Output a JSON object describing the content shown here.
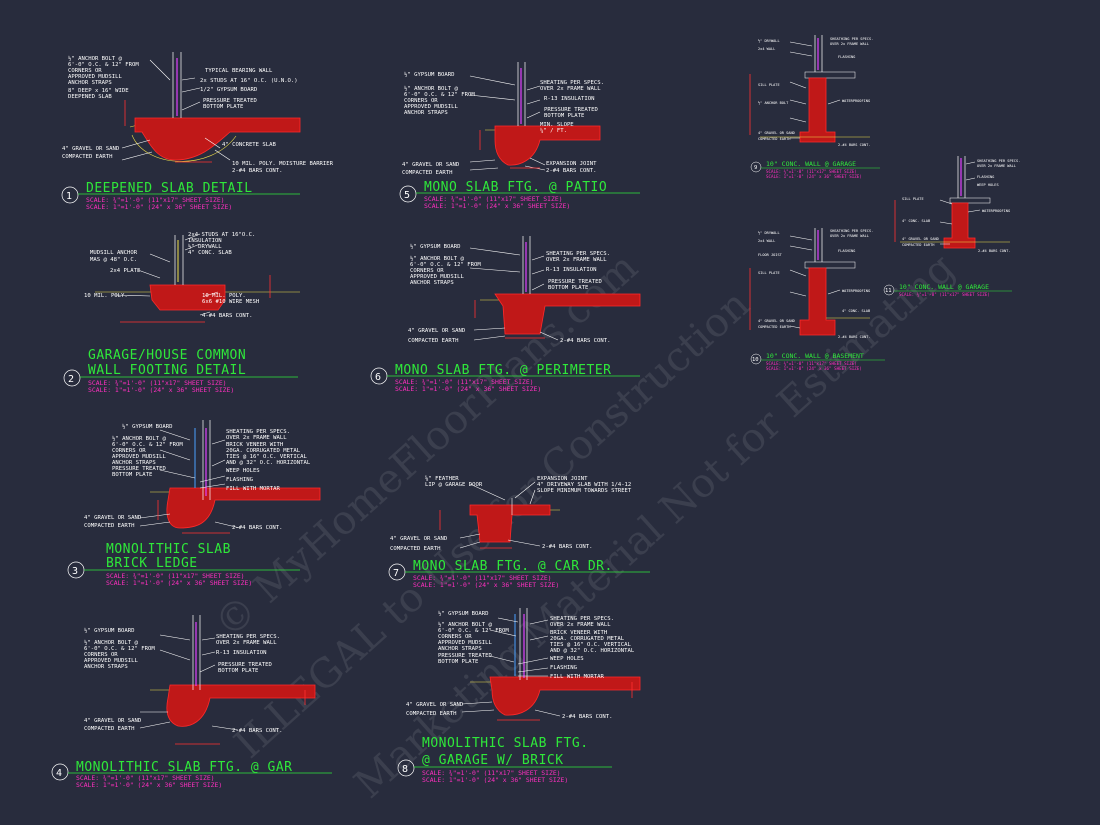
{
  "details": [
    {
      "id": "d1",
      "number": "1",
      "title_lines": [
        "DEEPENED SLAB DETAIL"
      ],
      "scale_lines": [
        "SCALE: ¾\"=1'-0\" (11\"x17\" SHEET SIZE)",
        "SCALE: 1\"=1'-0\" (24\" x 36\" SHEET SIZE)"
      ],
      "notes": [
        "TYPICAL BEARING WALL",
        "½\" ANCHOR BOLT @",
        "6'-0\" O.C. & 12\" FROM",
        "CORNERS OR",
        "APPROVED MUDSILL",
        "ANCHOR STRAPS",
        "2x STUDS AT 16\" O.C. (U.N.O.)",
        "1/2\" GYPSUM BOARD",
        "8\" DEEP x 16\" WIDE",
        "DEEPENED SLAB",
        "PRESSURE TREATED",
        "BOTTOM PLATE",
        "4\" CONCRETE SLAB",
        "4\" GRAVEL OR SAND",
        "COMPACTED EARTH",
        "10 MIL. POLY. MOISTURE BARRIER",
        "2-#4 BARS CONT."
      ]
    },
    {
      "id": "d2",
      "number": "2",
      "title_lines": [
        "GARAGE/HOUSE COMMON",
        "WALL FOOTING DETAIL"
      ],
      "scale_lines": [
        "SCALE: ¾\"=1'-0\" (11\"x17\" SHEET SIZE)",
        "SCALE: 1\"=1'-0\" (24\" x 36\" SHEET SIZE)"
      ],
      "notes": [
        "2x4 STUDS AT 16\"O.C.",
        "INSULATION",
        "½\" DRYWALL",
        "4\" CONC. SLAB",
        "MUDSILL ANCHOR",
        "MAS @ 48\" O.C.",
        "2x4 PLATE",
        "10 MIL. POLY.",
        "10 MIL. POLY.",
        "6x6 #10 WIRE MESH",
        "4-#4 BARS CONT."
      ]
    },
    {
      "id": "d3",
      "number": "3",
      "title_lines": [
        "MONOLITHIC SLAB",
        "BRICK LEDGE"
      ],
      "scale_lines": [
        "SCALE: ¾\"=1'-0\" (11\"x17\" SHEET SIZE)",
        "SCALE: 1\"=1'-0\" (24\" x 36\" SHEET SIZE)"
      ],
      "notes": [
        "½\" GYPSUM BOARD",
        "½\" ANCHOR BOLT @",
        "6'-0\" O.C. & 12\" FROM",
        "CORNERS OR",
        "APPROVED MUDSILL",
        "ANCHOR STRAPS",
        "PRESSURE TREATED",
        "BOTTOM PLATE",
        "SHEATING PER SPECS.",
        "OVER 2x FRAME WALL",
        "BRICK VENEER WITH",
        "20GA. CORRUGATED METAL",
        "TIES @ 16\" O.C. VERTICAL",
        "AND @ 32\" O.C. HORIZONTAL",
        "WEEP HOLES",
        "FLASHING",
        "FILL WITH MORTAR",
        "4\" GRAVEL OR SAND",
        "COMPACTED EARTH",
        "2-#4 BARS CONT."
      ]
    },
    {
      "id": "d4",
      "number": "4",
      "title_lines": [
        "MONOLITHIC SLAB FTG. @ GAR"
      ],
      "scale_lines": [
        "SCALE: ¾\"=1'-0\" (11\"x17\" SHEET SIZE)",
        "SCALE: 1\"=1'-0\" (24\" x 36\" SHEET SIZE)"
      ],
      "notes": [
        "½\" GYPSUM BOARD",
        "½\" ANCHOR BOLT @",
        "6'-0\" O.C. & 12\" FROM",
        "CORNERS OR",
        "APPROVED MUDSILL",
        "ANCHOR STRAPS",
        "SHEATING PER SPECS.",
        "OVER 2x FRAME WALL",
        "R-13 INSULATION",
        "PRESSURE TREATED",
        "BOTTOM PLATE",
        "4\" GRAVEL OR SAND",
        "COMPACTED EARTH",
        "2-#4 BARS CONT."
      ]
    },
    {
      "id": "d5",
      "number": "5",
      "title_lines": [
        "MONO SLAB FTG. @ PATIO"
      ],
      "scale_lines": [
        "SCALE: ¾\"=1'-0\" (11\"x17\" SHEET SIZE)",
        "SCALE: 1\"=1'-0\" (24\" x 36\" SHEET SIZE)"
      ],
      "notes": [
        "½\" GYPSUM BOARD",
        "½\" ANCHOR BOLT @",
        "6'-0\" O.C. & 12\" FROM",
        "CORNERS OR",
        "APPROVED MUDSILL",
        "ANCHOR STRAPS",
        "SHEATING PER SPECS.",
        "OVER 2x FRAME WALL",
        "R-13 INSULATION",
        "PRESSURE TREATED",
        "BOTTOM PLATE",
        "MIN. SLOPE",
        "¼\" / FT.",
        "4\" GRAVEL OR SAND",
        "COMPACTED EARTH",
        "EXPANSION JOINT",
        "2-#4 BARS CONT."
      ]
    },
    {
      "id": "d6",
      "number": "6",
      "title_lines": [
        "MONO SLAB FTG. @ PERIMETER"
      ],
      "scale_lines": [
        "SCALE: ¾\"=1'-0\" (11\"x17\" SHEET SIZE)",
        "SCALE: 1\"=1'-0\" (24\" x 36\" SHEET SIZE)"
      ],
      "notes": [
        "½\" GYPSUM BOARD",
        "½\" ANCHOR BOLT @",
        "6'-0\" O.C. & 12\" FROM",
        "CORNERS OR",
        "APPROVED MUDSILL",
        "ANCHOR STRAPS",
        "SHEATING PER SPECS.",
        "OVER 2x FRAME WALL",
        "R-13 INSULATION",
        "PRESSURE TREATED",
        "BOTTOM PLATE",
        "4\" GRAVEL OR SAND",
        "COMPACTED EARTH",
        "2-#4 BARS CONT."
      ]
    },
    {
      "id": "d7",
      "number": "7",
      "title_lines": [
        "MONO SLAB FTG. @ CAR DR."
      ],
      "scale_lines": [
        "SCALE: ¾\"=1'-0\" (11\"x17\" SHEET SIZE)",
        "SCALE: 1\"=1'-0\" (24\" x 36\" SHEET SIZE)"
      ],
      "notes": [
        "⅝\" FEATHER",
        "LIP @ GARAGE DOOR",
        "EXPANSION JOINT",
        "4\" DRIVEWAY SLAB WITH 1/4-12",
        "SLOPE MINIMUM TOWARDS STREET",
        "4\" GRAVEL OR SAND",
        "COMPACTED EARTH",
        "2-#4 BARS CONT."
      ]
    },
    {
      "id": "d8",
      "number": "8",
      "title_lines": [
        "MONOLITHIC SLAB FTG.",
        "@ GARAGE W/ BRICK"
      ],
      "scale_lines": [
        "SCALE: ¾\"=1'-0\" (11\"x17\" SHEET SIZE)",
        "SCALE: 1\"=1'-0\" (24\" x 36\" SHEET SIZE)"
      ],
      "notes": [
        "½\" GYPSUM BOARD",
        "½\" ANCHOR BOLT @",
        "6'-0\" O.C. & 12\" FROM",
        "CORNERS OR",
        "APPROVED MUDSILL",
        "ANCHOR STRAPS",
        "PRESSURE TREATED",
        "BOTTOM PLATE",
        "SHEATING PER SPECS.",
        "OVER 2x FRAME WALL",
        "BRICK VENEER WITH",
        "20GA. CORRUGATED METAL",
        "TIES @ 16\" O.C. VERTICAL",
        "AND @ 32\" O.C. HORIZONTAL",
        "WEEP HOLES",
        "FLASHING",
        "FILL WITH MORTAR",
        "4\" GRAVEL OR SAND",
        "COMPACTED EARTH",
        "2-#4 BARS CONT."
      ]
    },
    {
      "id": "d9",
      "number": "9",
      "title_lines": [
        "10\" CONC. WALL @ GARAGE"
      ],
      "scale_lines": [
        "SCALE: ¾\"=1'-0\" (11\"x17\" SHEET SIZE)",
        "SCALE: 1\"=1'-0\" (24\" x 36\" SHEET SIZE)"
      ],
      "notes": [
        "½\" DRYWALL",
        "2x4 WALL",
        "SHEATHING PER SPECS.",
        "OVER 2x FRAME WALL",
        "SILL PLATE",
        "FLASHING",
        "½\" ANCHOR BOLT",
        "WATERPROOFING",
        "4\" GRAVEL OR SAND",
        "COMPACTED EARTH",
        "2-#4 BARS CONT."
      ]
    },
    {
      "id": "d10",
      "number": "10",
      "title_lines": [
        "10\" CONC. WALL @ BASEMENT"
      ],
      "scale_lines": [
        "SCALE: ¾\"=1'-0\" (11\"x17\" SHEET SIZE)",
        "SCALE: 1\"=1'-0\" (24\" x 36\" SHEET SIZE)"
      ],
      "notes": [
        "½\" DRYWALL",
        "2x4 WALL",
        "SHEATHING PER SPECS.",
        "OVER 2x FRAME WALL",
        "FLOOR JOIST",
        "SILL PLATE",
        "FLASHING",
        "WATERPROOFING",
        "4\" CONC. SLAB",
        "4\" GRAVEL OR SAND",
        "COMPACTED EARTH",
        "2-#4 BARS CONT."
      ]
    },
    {
      "id": "d11",
      "number": "11",
      "title_lines": [
        "10\" CONC. WALL @ GARAGE"
      ],
      "scale_lines": [
        "SCALE: ¾\"=1'-0\" (11\"x17\" SHEET SIZE)",
        "SCALE: 1\"=1'-0\" (24\" x 36\" SHEET SIZE)"
      ],
      "notes": [
        "SHEATHING PER SPECS.",
        "OVER 2x FRAME WALL",
        "FLASHING",
        "WEEP HOLES",
        "SILL PLATE",
        "WATERPROOFING",
        "4\" CONC. SLAB",
        "4\" GRAVEL OR SAND",
        "COMPACTED EARTH",
        "2-#4 BARS CONT."
      ]
    }
  ],
  "watermark": {
    "line1": "© MyHomeFloorPlans.com",
    "line2": "ILLEGAL to Use for Construction",
    "line3": "Marketing Material Not for Estimating"
  },
  "colors": {
    "background": "#282c3d",
    "title": "#2fe83a",
    "scale": "#ff2fc0",
    "concrete": "#c01818",
    "notes": "#ffffff"
  }
}
